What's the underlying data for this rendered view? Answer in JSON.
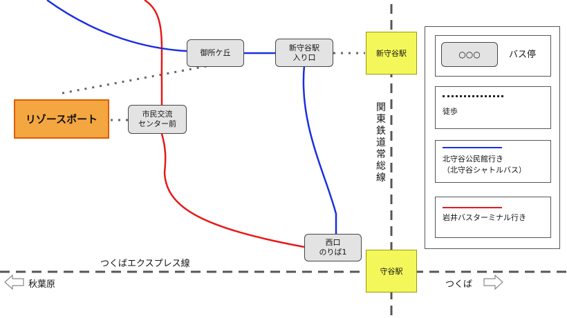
{
  "map": {
    "destination": "リゾースポート",
    "stops": {
      "goshogaoka": "御所ケ丘",
      "shin_moriya_entrance_1": "新守谷駅",
      "shin_moriya_entrance_2": "入り口",
      "civic_center_1": "市民交流",
      "civic_center_2": "センター前",
      "west_exit_1": "西口",
      "west_exit_2": "のりば1"
    },
    "stations": {
      "shin_moriya": "新守谷駅",
      "moriya": "守谷駅"
    },
    "railways": {
      "kanto": "関東鉄道常総線",
      "tsukuba_express": "つくばエクスプレス線"
    },
    "directions": {
      "west": "秋葉原",
      "east": "つくば"
    }
  },
  "legend": {
    "bus_stop_sample": "○○○",
    "bus_stop": "バス停",
    "walking": "徒歩",
    "blue_route_1": "北守谷公民館行き",
    "blue_route_2": "（北守谷シャトルバス）",
    "red_route": "岩井バスターミナル行き"
  },
  "colors": {
    "blue_route": "#1a2fe0",
    "red_route": "#e81818",
    "station_fill": "#f4f75a",
    "destination_fill": "#f4a640",
    "stop_fill": "#e3e3e3"
  }
}
